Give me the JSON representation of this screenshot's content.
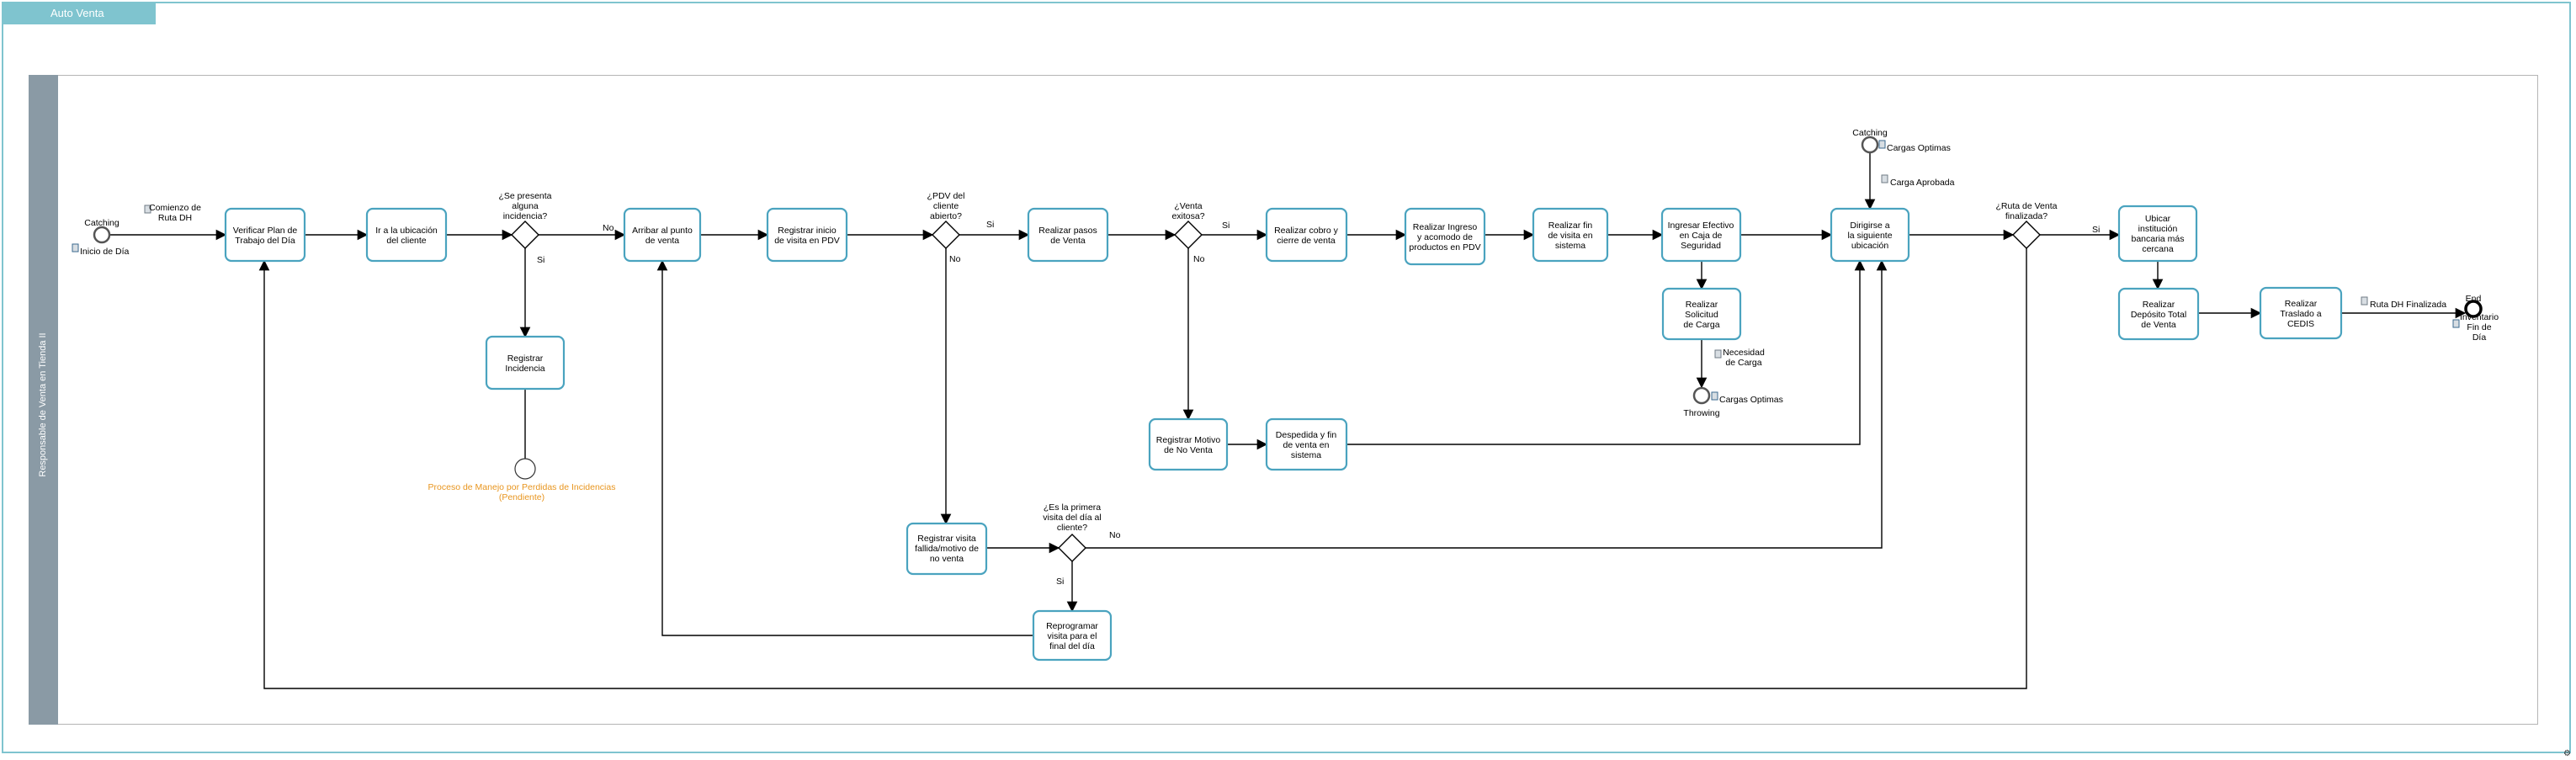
{
  "pool": {
    "title": "Auto Venta"
  },
  "lane": {
    "label": "Responsable de Venta en Tienda II"
  },
  "tasks": [
    {
      "id": "t1",
      "text": "Verificar Plan de Trabajo del Día"
    },
    {
      "id": "t2",
      "text": "Ir a la ubicación del cliente"
    },
    {
      "id": "t3",
      "text": "Registrar Incidencia"
    },
    {
      "id": "t4",
      "text": "Arribar al punto de venta"
    },
    {
      "id": "t5",
      "text": "Registrar inicio de visita en PDV"
    },
    {
      "id": "t6",
      "text": "Registrar visita fallida/motivo de no venta"
    },
    {
      "id": "t7",
      "text": "Reprogramar visita para el final del día"
    },
    {
      "id": "t8",
      "text": "Realizar pasos de Venta"
    },
    {
      "id": "t9",
      "text": "Registrar Motivo de No Venta"
    },
    {
      "id": "t10",
      "text": "Despedida y fin de venta en sistema"
    },
    {
      "id": "t11",
      "text": "Realizar cobro y cierre de venta"
    },
    {
      "id": "t12",
      "text": "Realizar Ingreso y acomodo de productos en PDV"
    },
    {
      "id": "t13",
      "text": "Realizar fin de visita en sistema"
    },
    {
      "id": "t14",
      "text": "Ingresar Efectivo en Caja de Seguridad"
    },
    {
      "id": "t15",
      "text": "Realizar Solicitud de Carga"
    },
    {
      "id": "t16",
      "text": "Dirigirse a la siguiente ubicación"
    },
    {
      "id": "t17",
      "text": "Ubicar institución bancaria más cercana"
    },
    {
      "id": "t18",
      "text": "Realizar Depósito Total de Venta"
    },
    {
      "id": "t19",
      "text": "Realizar Traslado a CEDIS"
    }
  ],
  "gateways": [
    {
      "id": "g1",
      "text": "¿Se presenta alguna incidencia?"
    },
    {
      "id": "g2",
      "text": "¿PDV del cliente abierto?"
    },
    {
      "id": "g3",
      "text": "¿Venta exitosa?"
    },
    {
      "id": "g4",
      "text": "¿Es la primera visita del día al cliente?"
    },
    {
      "id": "g5",
      "text": "¿Ruta de Venta finalizada?"
    }
  ],
  "events": [
    {
      "id": "e1",
      "text": "Catching"
    },
    {
      "id": "e2",
      "text": "Catching"
    },
    {
      "id": "e3",
      "text": "Throwing"
    },
    {
      "id": "e4",
      "text": "End"
    },
    {
      "id": "e5",
      "text": "Proceso de Manejo por Perdidas de Incidencias (Pendiente)"
    }
  ],
  "artifacts": [
    {
      "id": "a1",
      "text": "Inicio de Día"
    },
    {
      "id": "a2",
      "text": "Comienzo de Ruta DH"
    },
    {
      "id": "a3",
      "text": "Cargas Optimas"
    },
    {
      "id": "a4",
      "text": "Carga Aprobada"
    },
    {
      "id": "a5",
      "text": "Necesidad de Carga"
    },
    {
      "id": "a6",
      "text": "Cargas Optimas"
    },
    {
      "id": "a7",
      "text": "Ruta DH Finalizada"
    },
    {
      "id": "a8",
      "text": "Inventario Fin de Día"
    }
  ],
  "flow_labels": [
    {
      "id": "f1",
      "text": "No"
    },
    {
      "id": "f2",
      "text": "Si"
    },
    {
      "id": "f3",
      "text": "Si"
    },
    {
      "id": "f4",
      "text": "No"
    },
    {
      "id": "f5",
      "text": "Si"
    },
    {
      "id": "f6",
      "text": "No"
    },
    {
      "id": "f7",
      "text": "No"
    },
    {
      "id": "f8",
      "text": "Si"
    },
    {
      "id": "f9",
      "text": "Si"
    }
  ],
  "corner_mark": "bizagi-mark",
  "colors": {
    "frame": "#7fc4cf",
    "task_border": "#4aa3bf",
    "lane_header": "#8a9aa5",
    "pending_text": "#e8951e"
  }
}
